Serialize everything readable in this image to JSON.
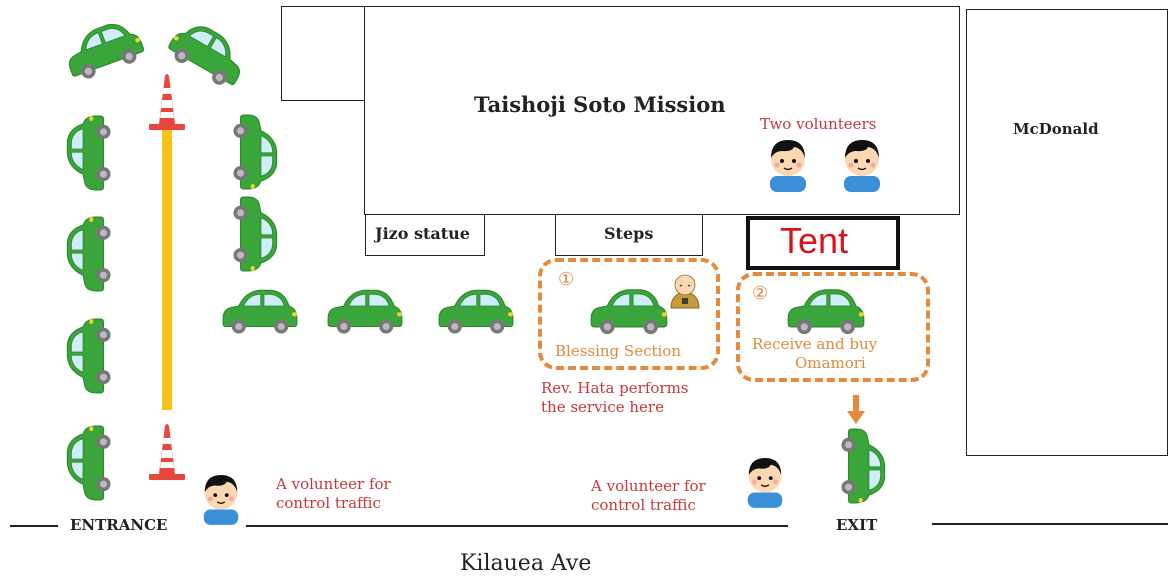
{
  "buildings": {
    "mission": "Taishoji Soto Mission",
    "mcdonald": "McDonald",
    "jizo": "Jizo statue",
    "steps": "Steps",
    "tent": "Tent"
  },
  "volunteers": {
    "two": "Two volunteers",
    "traffic_left_1": "A volunteer for",
    "traffic_left_2": "control traffic",
    "traffic_right_1": "A volunteer for",
    "traffic_right_2": "control traffic"
  },
  "sections": {
    "blessing_num": "①",
    "blessing": "Blessing Section",
    "blessing_note_1": "Rev. Hata performs",
    "blessing_note_2": "the service here",
    "omamori_num": "②",
    "omamori_1": "Receive and buy",
    "omamori_2": "Omamori"
  },
  "road": {
    "entrance": "ENTRANCE",
    "exit": "EXIT",
    "street": "Kilauea Ave"
  },
  "colors": {
    "car_body": "#3aa53a",
    "car_window": "#cfeefa",
    "cone": "#e8453c",
    "lane": "#f7c219",
    "dash": "#e48a3c",
    "label_red": "#c8373d",
    "label_orange": "#e0893a"
  }
}
